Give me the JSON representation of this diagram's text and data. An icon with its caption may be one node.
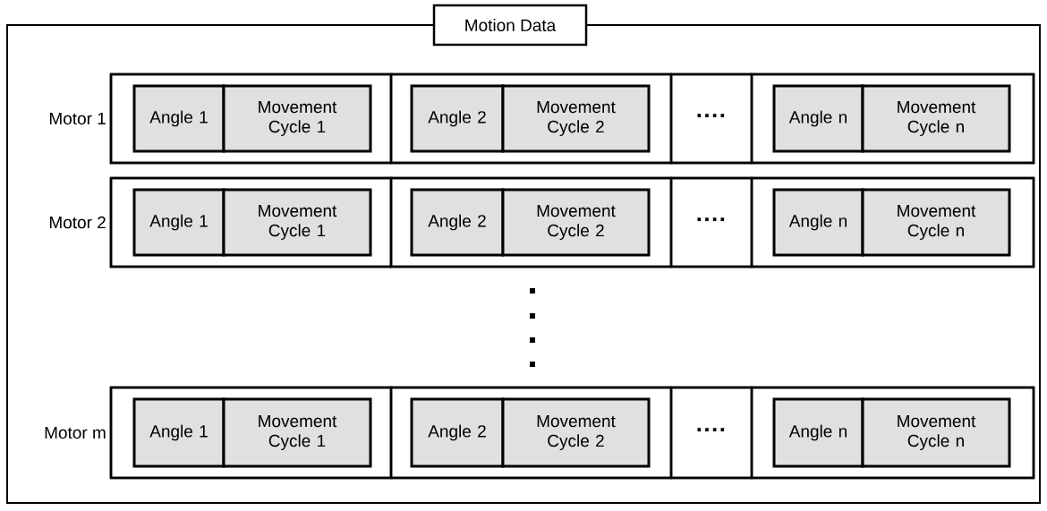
{
  "diagram": {
    "nodes": [
      {
        "text": [
          "Motion Data"
        ]
      },
      {
        "text": [],
        "shape": "box",
        "in": 0,
        "beside": [
          "Motor 1"
        ]
      },
      {
        "text": [],
        "shape": "box",
        "in": 1
      },
      {
        "text": [
          "Angle 1"
        ],
        "in": 2
      },
      {
        "text": [
          "Movement Cycle 1"
        ],
        "in": 2
      },
      {
        "text": [],
        "shape": "box",
        "in": 1
      },
      {
        "text": [
          "Angle 2"
        ],
        "in": 5
      },
      {
        "text": [
          "Movement Cycle 2"
        ],
        "in": 5
      },
      {
        "text": [
          "····"
        ],
        "in": 1
      },
      {
        "text": [],
        "shape": "box",
        "in": 1
      },
      {
        "text": [
          "Angle n"
        ],
        "in": 9
      },
      {
        "text": [
          "Movement Cycle n"
        ],
        "in": 9
      },
      {
        "text": [],
        "shape": "box",
        "in": 0,
        "beside": [
          "Motor 2"
        ]
      },
      {
        "text": [],
        "shape": "box",
        "in": 12
      },
      {
        "text": [
          "Angle 1"
        ],
        "in": 13
      },
      {
        "text": [
          "Movement Cycle 1"
        ],
        "in": 13
      },
      {
        "text": [],
        "shape": "box",
        "in": 12
      },
      {
        "text": [
          "Angle 2"
        ],
        "in": 16
      },
      {
        "text": [
          "Movement Cycle 2"
        ],
        "in": 16
      },
      {
        "text": [
          "····"
        ],
        "in": 12
      },
      {
        "text": [],
        "shape": "box",
        "in": 12
      },
      {
        "text": [
          "Angle n"
        ],
        "in": 20
      },
      {
        "text": [
          "Movement Cycle n"
        ],
        "in": 20
      },
      {
        "text": [],
        "shape": "box",
        "in": 0,
        "beside": [
          "Motor m"
        ]
      },
      {
        "text": [],
        "shape": "box",
        "in": 23
      },
      {
        "text": [
          "Angle 1"
        ],
        "in": 24
      },
      {
        "text": [
          "Movement Cycle 1"
        ],
        "in": 24
      },
      {
        "text": [],
        "shape": "box",
        "in": 23
      },
      {
        "text": [
          "Angle 2"
        ],
        "in": 27
      },
      {
        "text": [
          "Movement Cycle 2"
        ],
        "in": 27
      },
      {
        "text": [
          "····"
        ],
        "in": 23
      },
      {
        "text": [],
        "shape": "box",
        "in": 23
      },
      {
        "text": [
          "Angle n"
        ],
        "in": 31
      },
      {
        "text": [
          "Movement Cycle n"
        ],
        "in": 31
      }
    ]
  }
}
